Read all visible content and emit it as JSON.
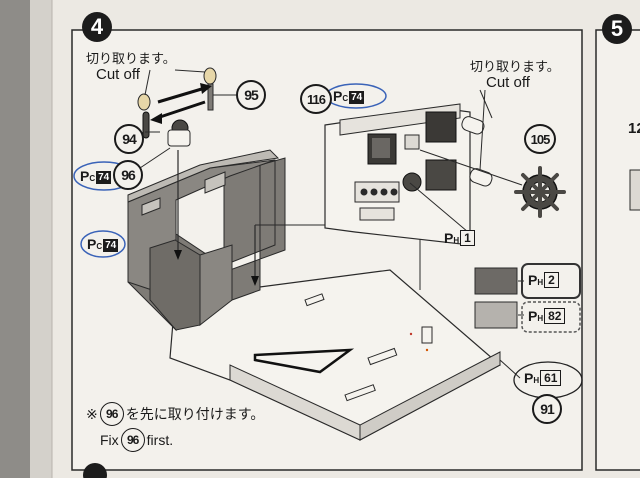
{
  "step_left": {
    "number": "4"
  },
  "step_right": {
    "number": "5"
  },
  "right_partial_number": "12",
  "cut_off_left": {
    "jp": "切り取ります。",
    "en": "Cut off"
  },
  "cut_off_right": {
    "jp": "切り取ります。",
    "en": "Cut off"
  },
  "parts": {
    "p95": "95",
    "p94": "94",
    "p96": "96",
    "p116": "116",
    "p105": "105",
    "p91": "91"
  },
  "paint_codes": {
    "pc_prefix": "P",
    "pc_sub": "C",
    "ph_sub": "H",
    "pc74_a": "74",
    "pc74_b": "74",
    "pc74_c": "74",
    "ph1": "1",
    "ph2": "2",
    "ph82": "82",
    "ph61": "61"
  },
  "note": {
    "mark": "※",
    "part": "96",
    "jp_text": "を先に取り付けます。",
    "en_text": "Fix",
    "en_after": "first."
  },
  "colors": {
    "paper": "#f1efea",
    "wall": "#7e7b76",
    "swatch_dark": "#6d6a66",
    "swatch_light": "#b5b2ad",
    "highlight_blue": "#3a63b8"
  }
}
